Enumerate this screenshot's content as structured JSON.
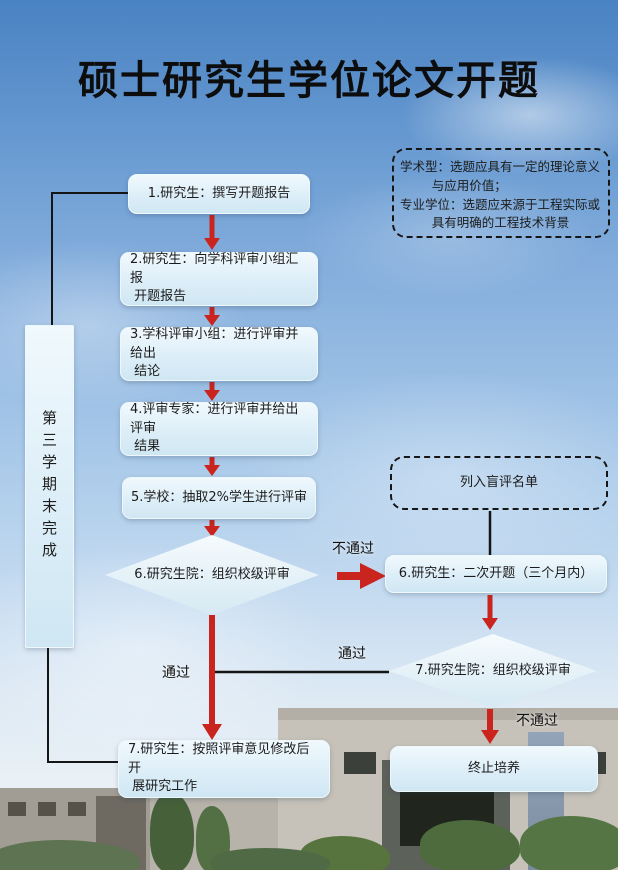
{
  "title": "硕士研究生学位论文开题",
  "note": {
    "text": "学术型：选题应具有一定的理论意义\n        与应用价值；\n专业学位：选题应来源于工程实际或\n        具有明确的工程技术背景"
  },
  "timeline": {
    "label": "第三学期末完成"
  },
  "flow": {
    "step1": "1.研究生：撰写开题报告",
    "step2": "2.研究生：向学科评审小组汇报\n 开题报告",
    "step3": "3.学科评审小组：进行评审并给出\n 结论",
    "step4": "4.评审专家：进行评审并给出评审\n 结果",
    "step5": "5.学校：抽取2%学生进行评审",
    "decision6": "6.研究生院：组织校级评审",
    "blind_list": "列入盲评名单",
    "retry": "6.研究生：二次开题（三个月内）",
    "decision7": "7.研究生院：组织校级评审",
    "terminate": "终止培养",
    "step7": "7.研究生：按照评审意见修改后开\n 展研究工作"
  },
  "labels": {
    "fail1": "不通过",
    "pass_left": "通过",
    "pass_right": "通过",
    "fail2": "不通过"
  },
  "colors": {
    "arrow_red": "#c9241d",
    "connector_black": "#151515",
    "box_fill": "#ddeef8",
    "sky_top": "#4a83c3"
  }
}
